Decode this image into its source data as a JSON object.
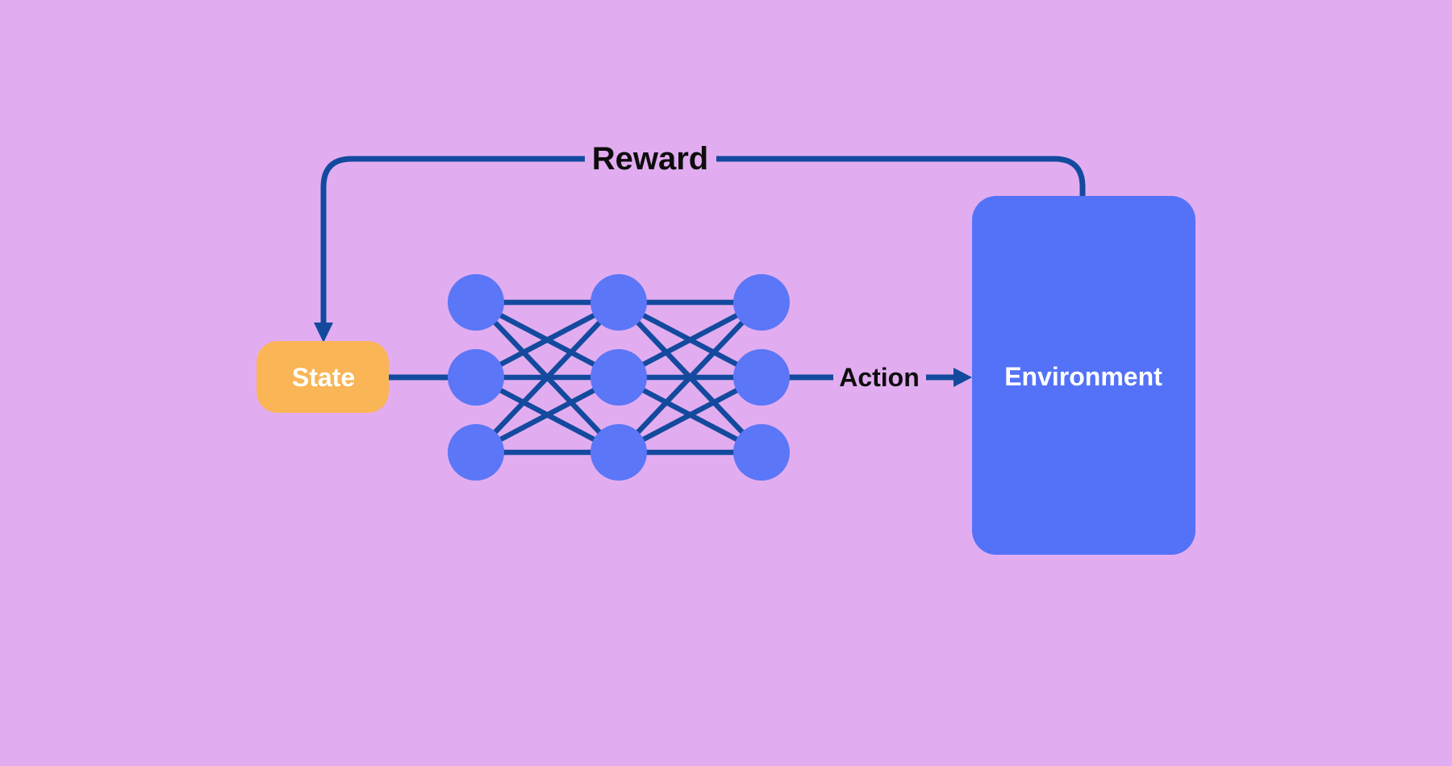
{
  "diagram": {
    "type": "reinforcement-learning-loop",
    "labels": {
      "reward": "Reward",
      "state": "State",
      "action": "Action",
      "environment": "Environment"
    },
    "network": {
      "layers": [
        3,
        3,
        3
      ],
      "fully_connected": true
    },
    "colors": {
      "bg": "#E2ADF0",
      "line": "#134A9E",
      "node": "#5B76F7",
      "state": "#FAB557",
      "env": "#5472F8",
      "labelText": "#0D0D0D",
      "boxText": "#FFFFFF"
    }
  }
}
